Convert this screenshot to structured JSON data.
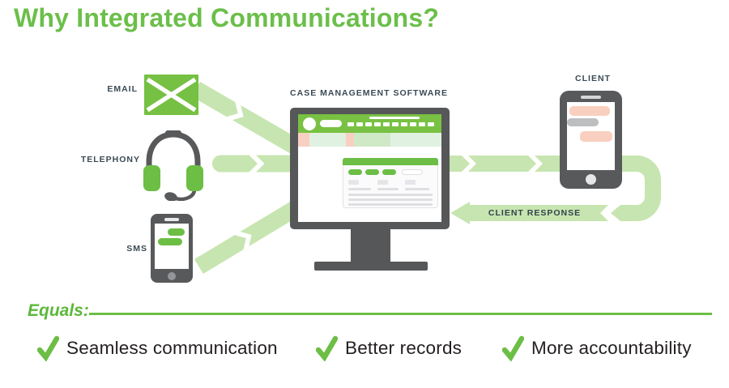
{
  "page": {
    "title": "Why Integrated Communications?"
  },
  "diagram": {
    "sources": [
      {
        "label": "EMAIL",
        "icon": "envelope-icon"
      },
      {
        "label": "TELEPHONY",
        "icon": "headset-icon"
      },
      {
        "label": "SMS",
        "icon": "sms-phone-icon"
      }
    ],
    "hub_label": "CASE MANAGEMENT SOFTWARE",
    "client_label": "CLIENT",
    "response_label": "CLIENT RESPONSE"
  },
  "equals_label": "Equals:",
  "benefits": [
    "Seamless communication",
    "Better records",
    "More accountability"
  ],
  "colors": {
    "brand_green": "#6bbf4a",
    "icon_green": "#76c043",
    "arrow_green": "#c7e5b0",
    "device_gray": "#58595b",
    "label_slate": "#3b4a54",
    "salmon": "#f9cfc0",
    "bubble_gray": "#bcbec0",
    "text_dark": "#242021"
  }
}
